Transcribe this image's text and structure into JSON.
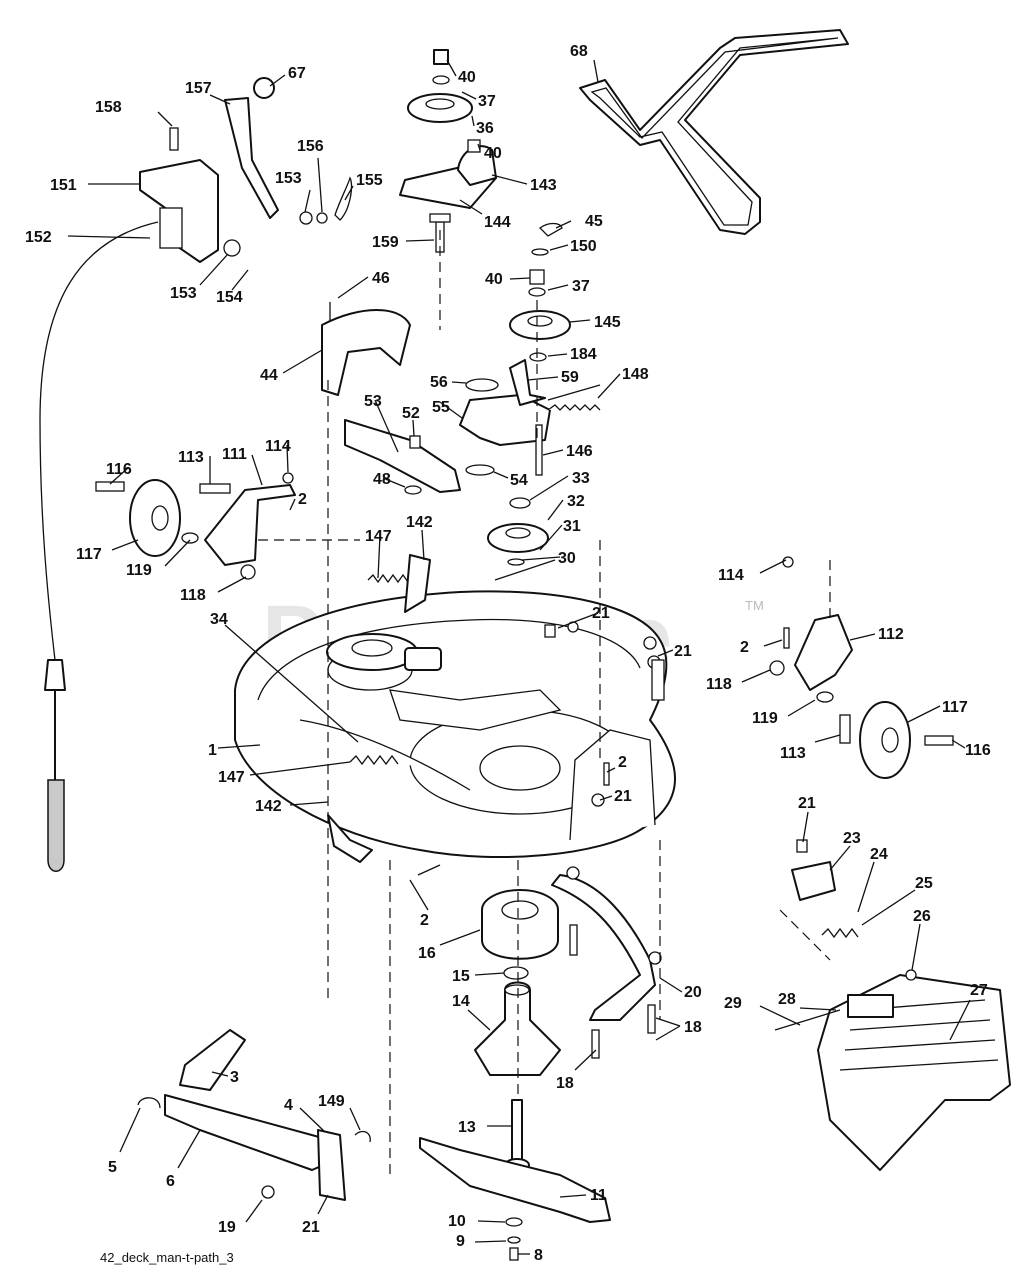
{
  "diagram": {
    "caption": "42_deck_man-t-path_3",
    "watermark": "PartsTree",
    "watermark_tm": "TM",
    "callouts": [
      "1",
      "2",
      "3",
      "4",
      "5",
      "6",
      "8",
      "9",
      "10",
      "11",
      "13",
      "14",
      "15",
      "16",
      "18",
      "19",
      "20",
      "21",
      "23",
      "24",
      "25",
      "26",
      "27",
      "28",
      "29",
      "30",
      "31",
      "32",
      "33",
      "34",
      "36",
      "37",
      "40",
      "44",
      "45",
      "46",
      "48",
      "52",
      "53",
      "54",
      "55",
      "56",
      "59",
      "67",
      "68",
      "111",
      "112",
      "113",
      "114",
      "116",
      "117",
      "118",
      "119",
      "142",
      "143",
      "144",
      "145",
      "146",
      "147",
      "148",
      "149",
      "150",
      "151",
      "152",
      "153",
      "154",
      "155",
      "156",
      "157",
      "158",
      "159",
      "184"
    ]
  }
}
